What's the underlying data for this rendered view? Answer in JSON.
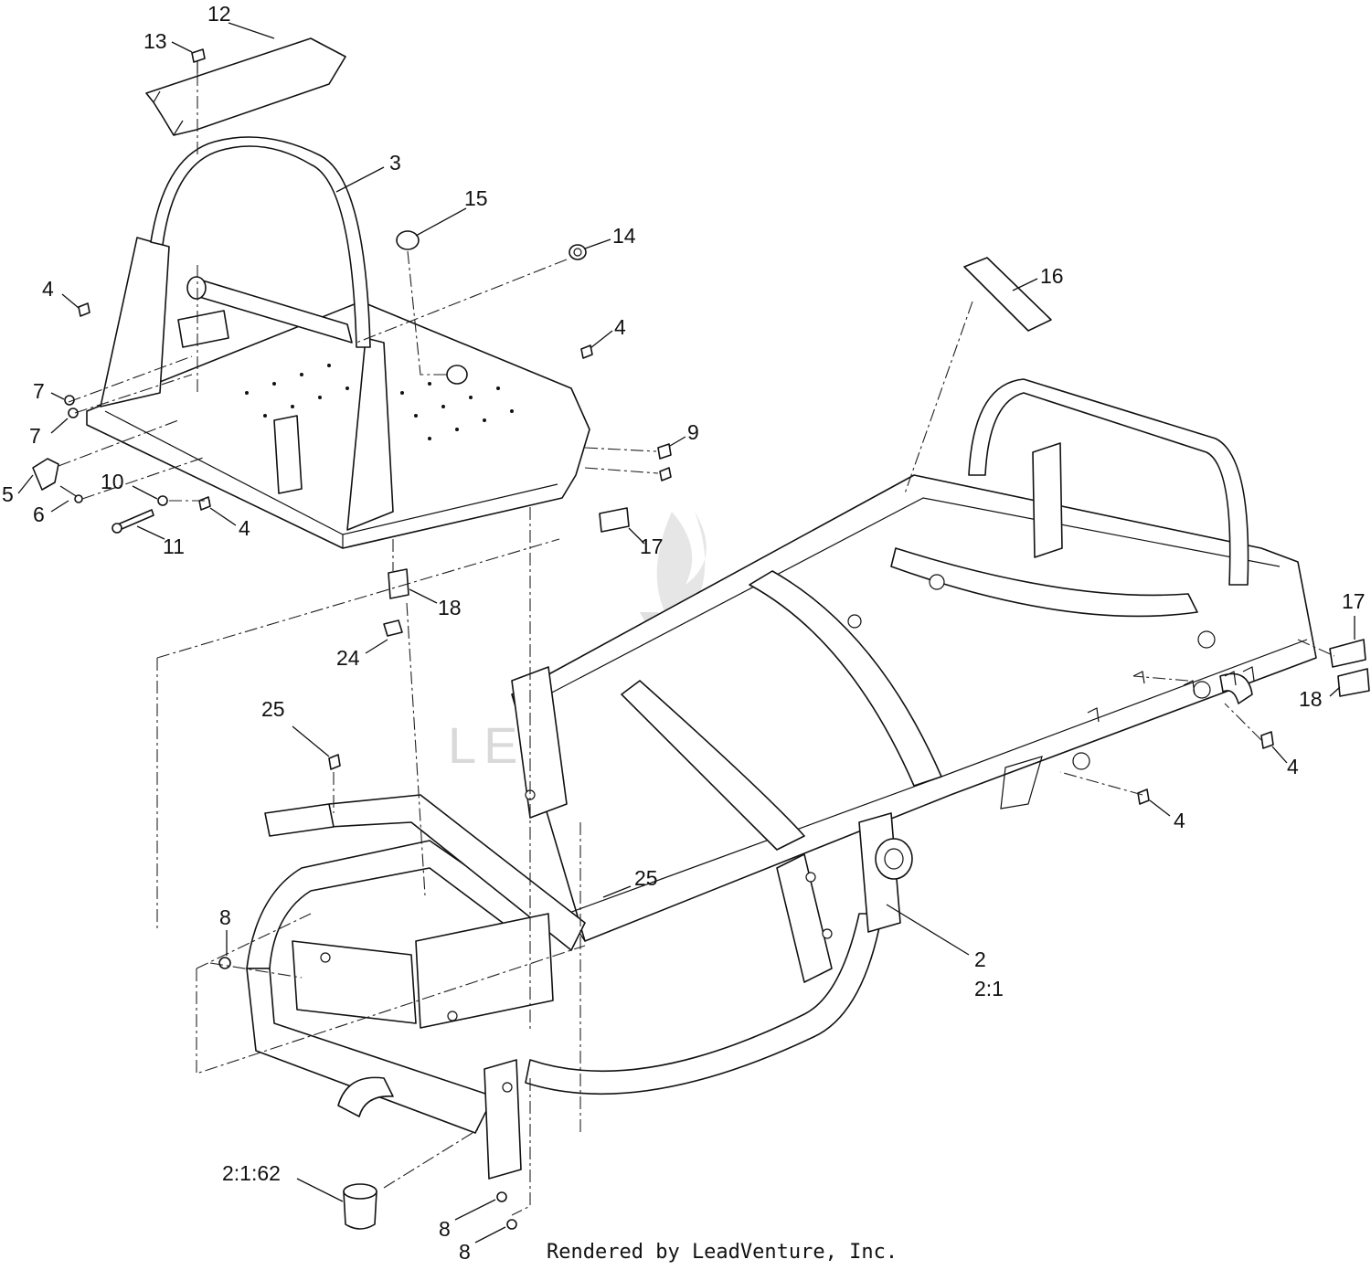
{
  "callouts": {
    "c12": "12",
    "c13": "13",
    "c3": "3",
    "c15": "15",
    "c14": "14",
    "c16": "16",
    "c4a": "4",
    "c4b": "4",
    "c4c": "4",
    "c4d": "4",
    "c4e": "4",
    "c7a": "7",
    "c7b": "7",
    "c9": "9",
    "c5": "5",
    "c10": "10",
    "c6": "6",
    "c11": "11",
    "c17a": "17",
    "c17b": "17",
    "c18a": "18",
    "c18b": "18",
    "c24": "24",
    "c25a": "25",
    "c25b": "25",
    "c8a": "8",
    "c8b": "8",
    "c8c": "8",
    "c2": "2",
    "c21": "2:1",
    "c2162": "2:1:62"
  },
  "watermark": "LEADVENTURE",
  "credit": "Rendered by LeadVenture, Inc."
}
